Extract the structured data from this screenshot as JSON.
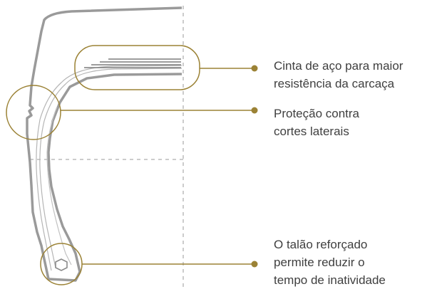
{
  "colors": {
    "callout": "#9b8235",
    "tire_outline": "#9a9a9a",
    "tire_inner": "#b5b5b5",
    "belt": "#7d7d7d",
    "guide": "#999999",
    "text": "#3f3f3f"
  },
  "callouts": [
    {
      "lines": [
        "Cinta de aço para maior",
        "resistência da carcaça"
      ]
    },
    {
      "lines": [
        "Proteção contra",
        "cortes laterais"
      ]
    },
    {
      "lines": [
        "O talão reforçado",
        "permite reduzir o",
        "tempo de inatividade"
      ]
    }
  ]
}
